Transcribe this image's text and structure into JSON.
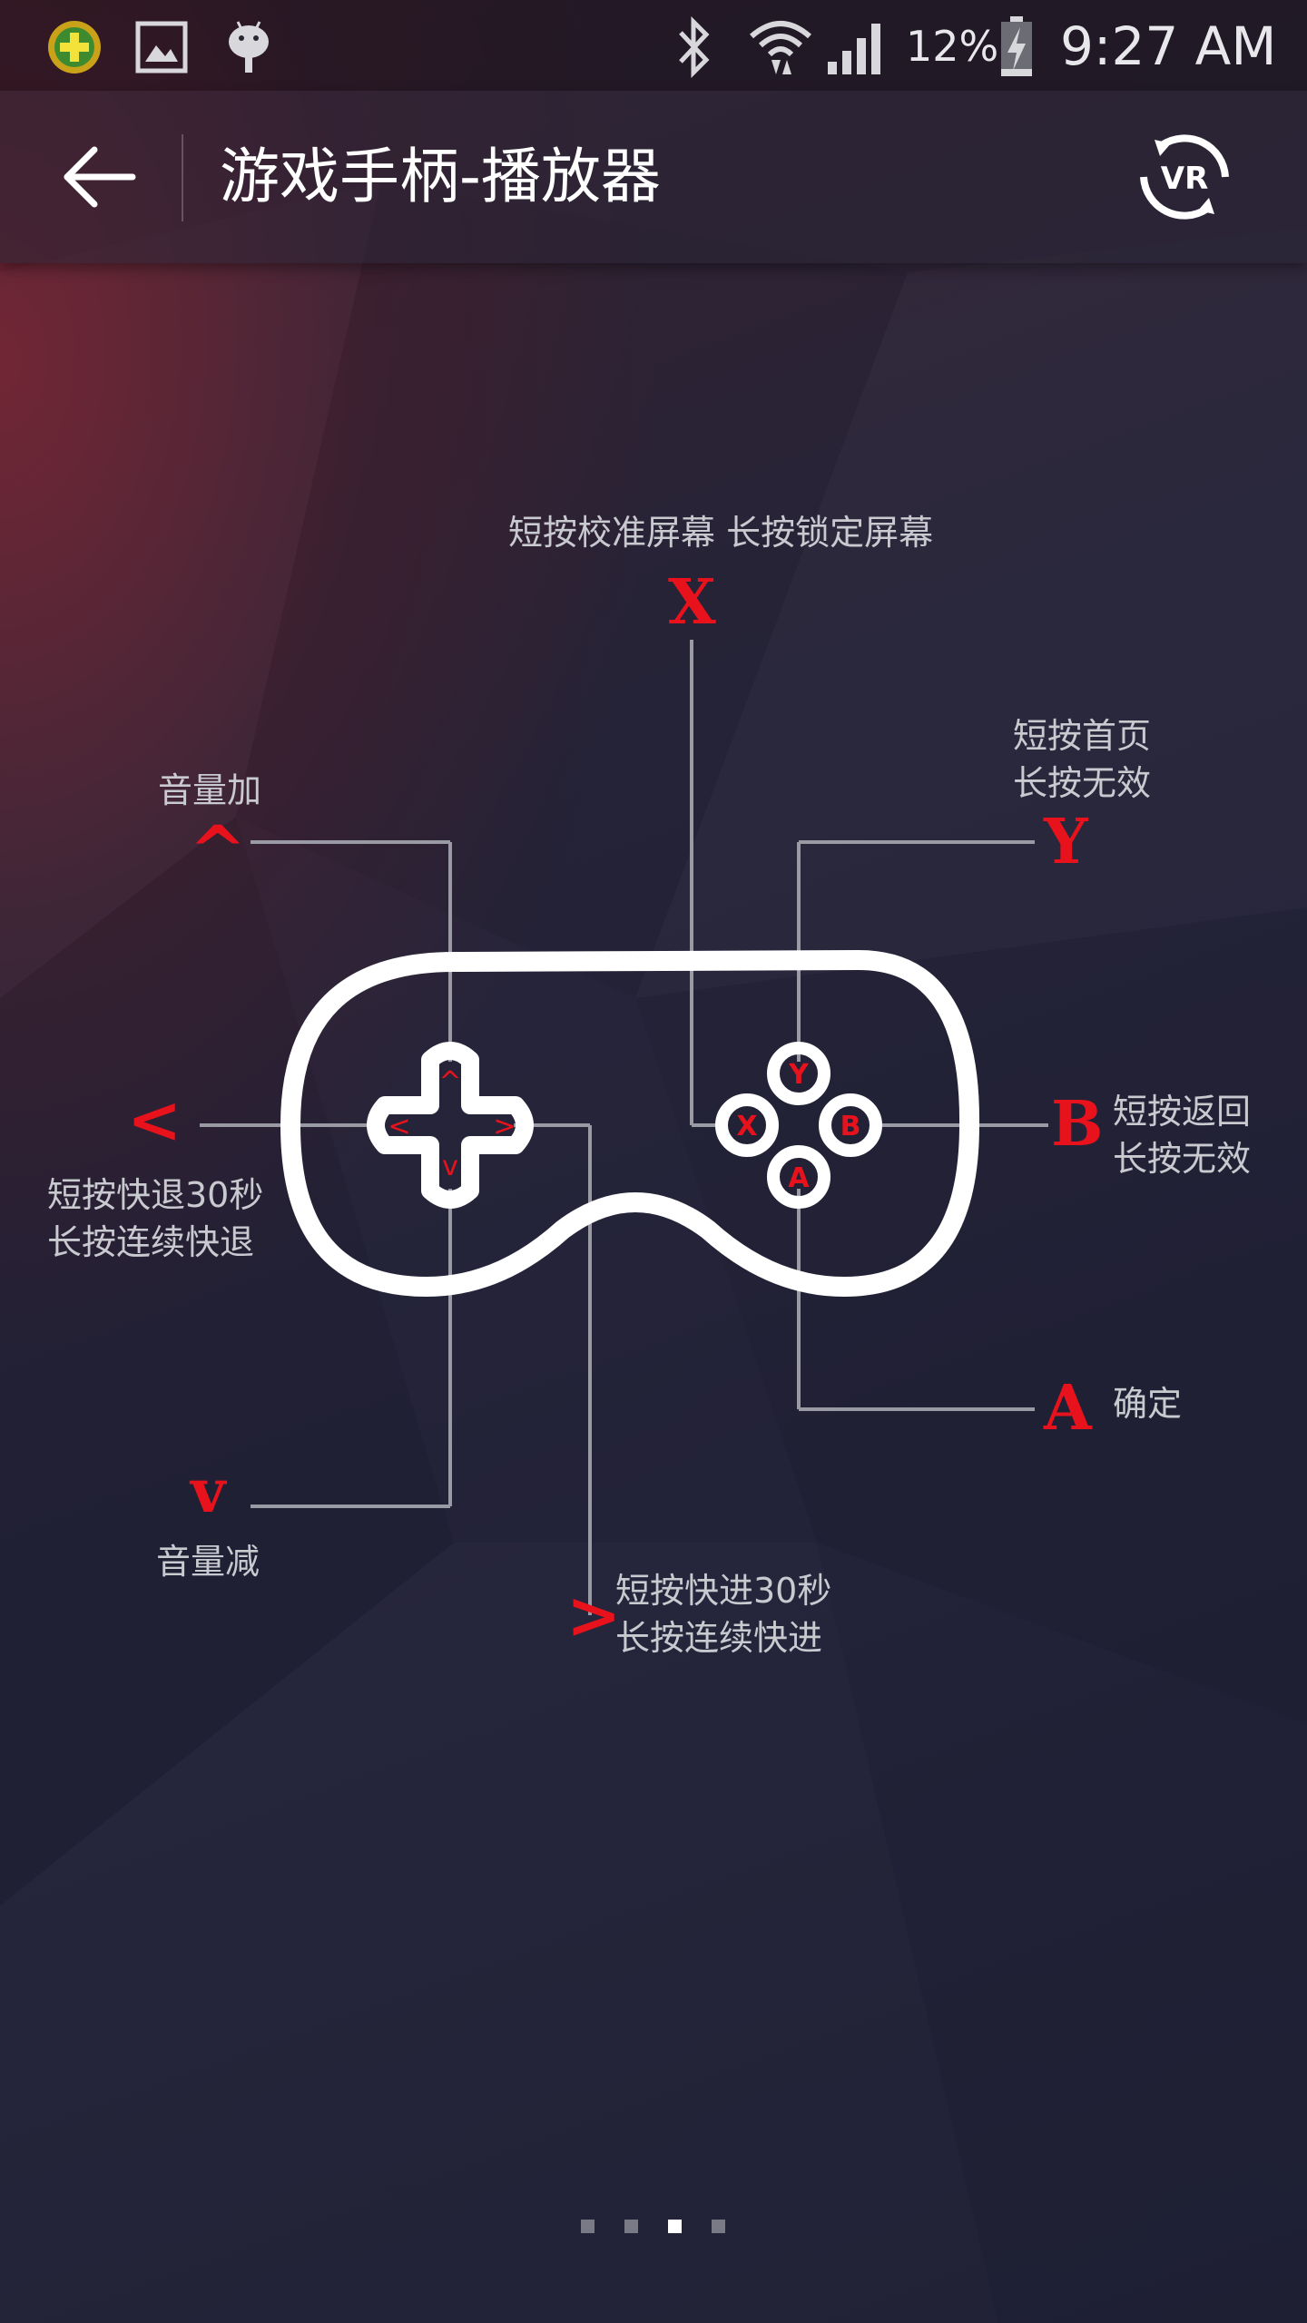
{
  "status_bar": {
    "battery_percent": "12%",
    "time": "9:27 AM",
    "icons": [
      "app-notification-icon",
      "image-icon",
      "android-icon",
      "bluetooth-icon",
      "wifi-icon",
      "signal-icon",
      "battery-charging-icon"
    ]
  },
  "app_bar": {
    "title": "游戏手柄-播放器",
    "back_icon": "arrow-left-icon",
    "vr_icon": "vr-icon",
    "vr_label": "VR"
  },
  "controller_guide": {
    "x_button": {
      "key": "X",
      "description": "短按校准屏幕 长按锁定屏幕"
    },
    "y_button": {
      "key": "Y",
      "description_line1": "短按首页",
      "description_line2": "长按无效"
    },
    "b_button": {
      "key": "B",
      "description_line1": "短按返回",
      "description_line2": "长按无效"
    },
    "a_button": {
      "key": "A",
      "description": "确定"
    },
    "dpad_up": {
      "key": "^",
      "description": "音量加"
    },
    "dpad_down": {
      "key": "v",
      "description": "音量减"
    },
    "dpad_left": {
      "key": "<",
      "description_line1": "短按快退30秒",
      "description_line2": "长按连续快退"
    },
    "dpad_right": {
      "key": ">",
      "description_line1": "短按快进30秒",
      "description_line2": "长按连续快进"
    },
    "face_button_labels": [
      "Y",
      "X",
      "B",
      "A"
    ],
    "dpad_arrow_labels": [
      "^",
      "<",
      ">",
      "v"
    ]
  },
  "page_indicator": {
    "total_pages": 4,
    "current_page": 3
  },
  "colors": {
    "accent_red": "#e8121c",
    "line_gray": "#9a9aa4",
    "controller_white": "#ffffff"
  }
}
